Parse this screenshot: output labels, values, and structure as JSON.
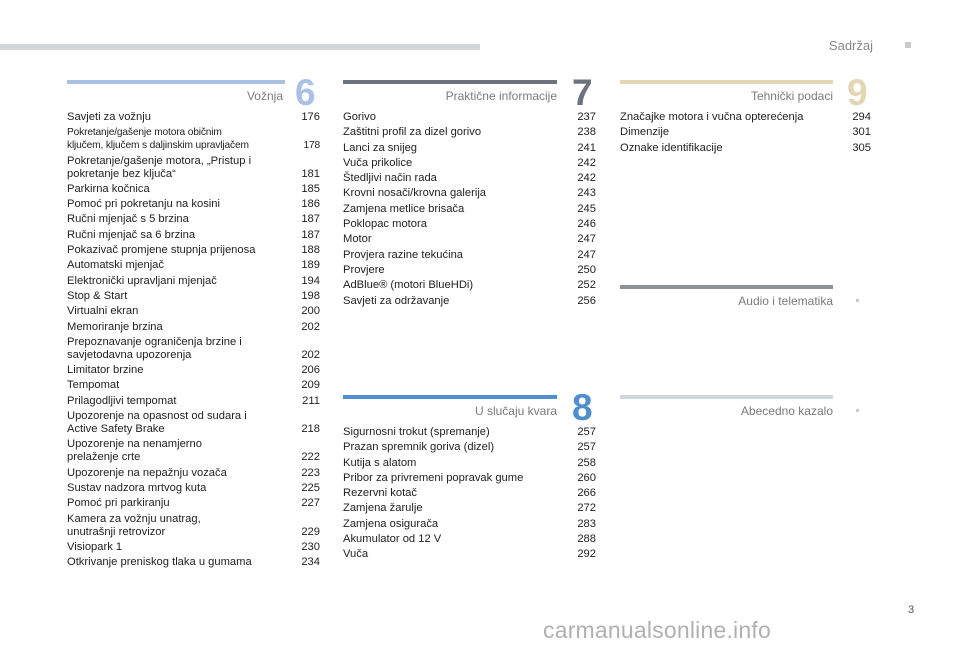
{
  "header": {
    "title": "Sadržaj"
  },
  "page_number": "3",
  "watermark": "carmanualsonline.info",
  "sections": [
    {
      "title": "Vožnja",
      "number": "6",
      "color": "#a9c1e4",
      "entries": [
        {
          "label": "Savjeti za vožnju",
          "page": "176"
        },
        {
          "label": "Pokretanje/gašenje motora običnim\nključem, ključem s daljinskim upravljačem",
          "page": "178",
          "small": true
        },
        {
          "label": "Pokretanje/gašenje motora, „Pristup i\npokretanje bez ključa“",
          "page": "181"
        },
        {
          "label": "Parkirna kočnica",
          "page": "185"
        },
        {
          "label": "Pomoć pri pokretanju na kosini",
          "page": "186"
        },
        {
          "label": "Ručni mjenjač s 5 brzina",
          "page": "187"
        },
        {
          "label": "Ručni mjenjač sa 6 brzina",
          "page": "187"
        },
        {
          "label": "Pokazivač promjene stupnja prijenosa",
          "page": "188"
        },
        {
          "label": "Automatski mjenjač",
          "page": "189"
        },
        {
          "label": "Elektronički upravljani mjenjač",
          "page": "194"
        },
        {
          "label": "Stop & Start",
          "page": "198"
        },
        {
          "label": "Virtualni ekran",
          "page": "200"
        },
        {
          "label": "Memoriranje brzina",
          "page": "202"
        },
        {
          "label": "Prepoznavanje ograničenja brzine i\nsavjetodavna upozorenja",
          "page": "202"
        },
        {
          "label": "Limitator brzine",
          "page": "206"
        },
        {
          "label": "Tempomat",
          "page": "209"
        },
        {
          "label": "Prilagodljivi tempomat",
          "page": "211"
        },
        {
          "label": "Upozorenje na opasnost od sudara i\nActive Safety Brake",
          "page": "218"
        },
        {
          "label": "Upozorenje na nenamjerno\nprelaženje crte",
          "page": "222"
        },
        {
          "label": "Upozorenje na nepažnju vozača",
          "page": "223"
        },
        {
          "label": "Sustav nadzora mrtvog kuta",
          "page": "225"
        },
        {
          "label": "Pomoć pri parkiranju",
          "page": "227"
        },
        {
          "label": "Kamera za vožnju unatrag,\nunutrašnji retrovizor",
          "page": "229"
        },
        {
          "label": "Visiopark 1",
          "page": "230"
        },
        {
          "label": "Otkrivanje preniskog tlaka u gumama",
          "page": "234"
        }
      ]
    },
    {
      "title": "Praktične informacije",
      "number": "7",
      "color": "#6e7280",
      "entries": [
        {
          "label": "Gorivo",
          "page": "237"
        },
        {
          "label": "Zaštitni profil za dizel gorivo",
          "page": "238"
        },
        {
          "label": "Lanci za snijeg",
          "page": "241"
        },
        {
          "label": "Vuča prikolice",
          "page": "242"
        },
        {
          "label": "Štedljivi način rada",
          "page": "242"
        },
        {
          "label": "Krovni nosači/krovna galerija",
          "page": "243"
        },
        {
          "label": "Zamjena metlice brisača",
          "page": "245"
        },
        {
          "label": "Poklopac motora",
          "page": "246"
        },
        {
          "label": "Motor",
          "page": "247"
        },
        {
          "label": "Provjera razine tekućina",
          "page": "247"
        },
        {
          "label": "Provjere",
          "page": "250"
        },
        {
          "label": "AdBlue® (motori BlueHDi)",
          "page": "252"
        },
        {
          "label": "Savjeti za održavanje",
          "page": "256"
        }
      ]
    },
    {
      "title": "Tehnički podaci",
      "number": "9",
      "color": "#e2d6b4",
      "entries": [
        {
          "label": "Značajke motora i vučna opterećenja",
          "page": "294"
        },
        {
          "label": "Dimenzije",
          "page": "301"
        },
        {
          "label": "Oznake identifikacije",
          "page": "305"
        }
      ]
    },
    {
      "title": "U slučaju kvara",
      "number": "8",
      "color": "#4f8fd0",
      "entries": [
        {
          "label": "Sigurnosni trokut (spremanje)",
          "page": "257"
        },
        {
          "label": "Prazan spremnik goriva (dizel)",
          "page": "257"
        },
        {
          "label": "Kutija s alatom",
          "page": "258"
        },
        {
          "label": "Pribor za privremeni popravak gume",
          "page": "260"
        },
        {
          "label": "Rezervni kotač",
          "page": "266"
        },
        {
          "label": "Zamjena žarulje",
          "page": "272"
        },
        {
          "label": "Zamjena osigurača",
          "page": "283"
        },
        {
          "label": "Akumulator od 12 V",
          "page": "288"
        },
        {
          "label": "Vuča",
          "page": "292"
        }
      ]
    },
    {
      "title": "Audio i telematika",
      "number": "",
      "color": "#8e9097",
      "entries": []
    },
    {
      "title": "Abecedno kazalo",
      "number": "",
      "color": "#d0d6de",
      "entries": []
    }
  ]
}
